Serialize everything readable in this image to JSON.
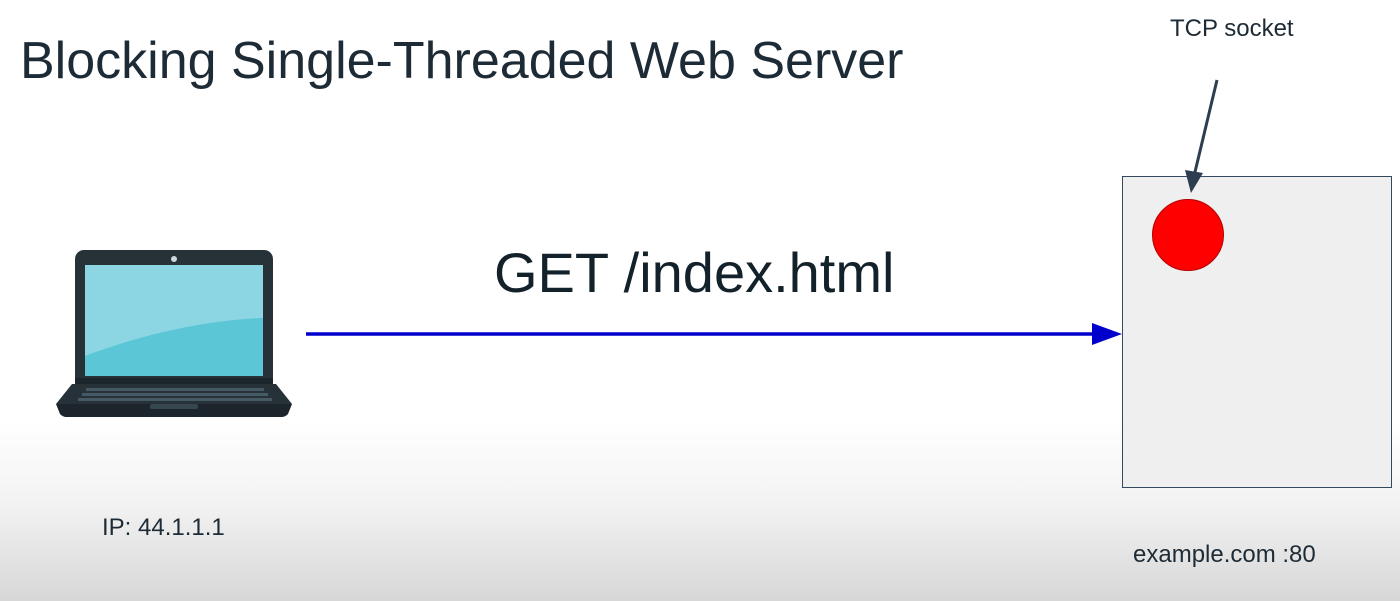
{
  "title": "Blocking Single-Threaded Web Server",
  "request": {
    "label": "GET /index.html"
  },
  "client": {
    "ip_label": "IP: 44.1.1.1",
    "icon": "laptop-icon"
  },
  "server": {
    "host_label": "example.com :80",
    "socket_label": "TCP socket"
  },
  "colors": {
    "arrow": "#0000cc",
    "socket": "#ff0000",
    "server_fill": "#efefef",
    "laptop_screen": "#5bc6d6",
    "laptop_body": "#263238",
    "text": "#1d2b36"
  }
}
